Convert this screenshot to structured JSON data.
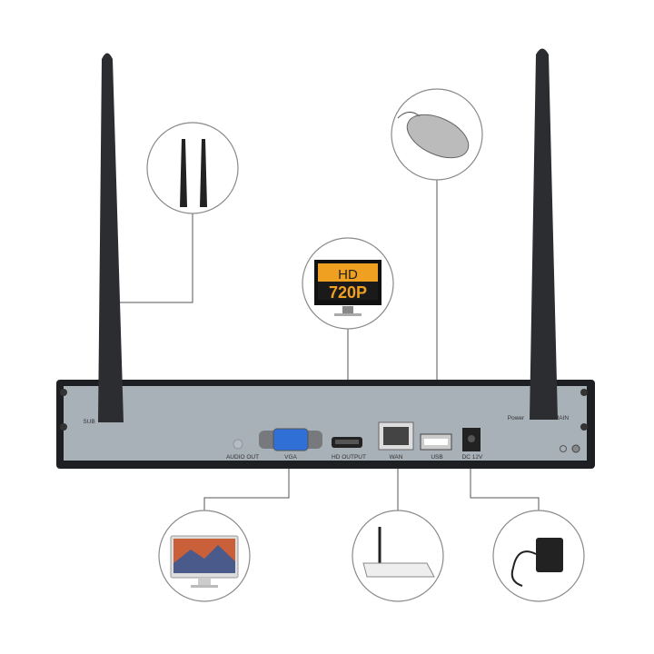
{
  "panel_labels": {
    "sub": "SUB",
    "power": "Power",
    "main": "MAIN",
    "audio_out": "AUDIO OUT",
    "vga": "VGA",
    "hd_output": "HD OUTPUT",
    "wan": "WAN",
    "usb": "USB",
    "dc": "DC 12V"
  },
  "monitor_badge": {
    "line1": "HD",
    "line2": "720P"
  },
  "colors": {
    "panel": "#a8b0b8",
    "frame": "#1e1f22",
    "antenna": "#2b2d31",
    "badge": "#f0a020",
    "vga_port": "#2f6fd6"
  }
}
